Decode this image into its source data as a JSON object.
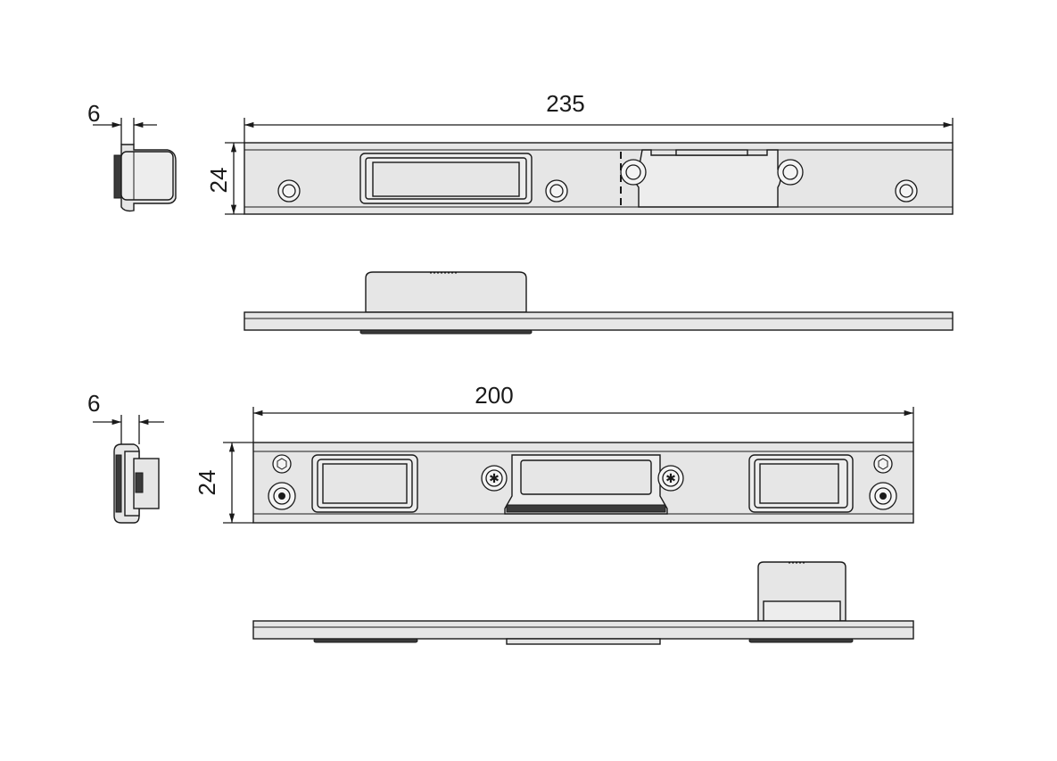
{
  "drawing": {
    "plate_235": {
      "length_label": "235",
      "height_label": "24",
      "side_depth_label": "6"
    },
    "plate_200": {
      "length_label": "200",
      "height_label": "24",
      "side_depth_label": "6"
    }
  }
}
